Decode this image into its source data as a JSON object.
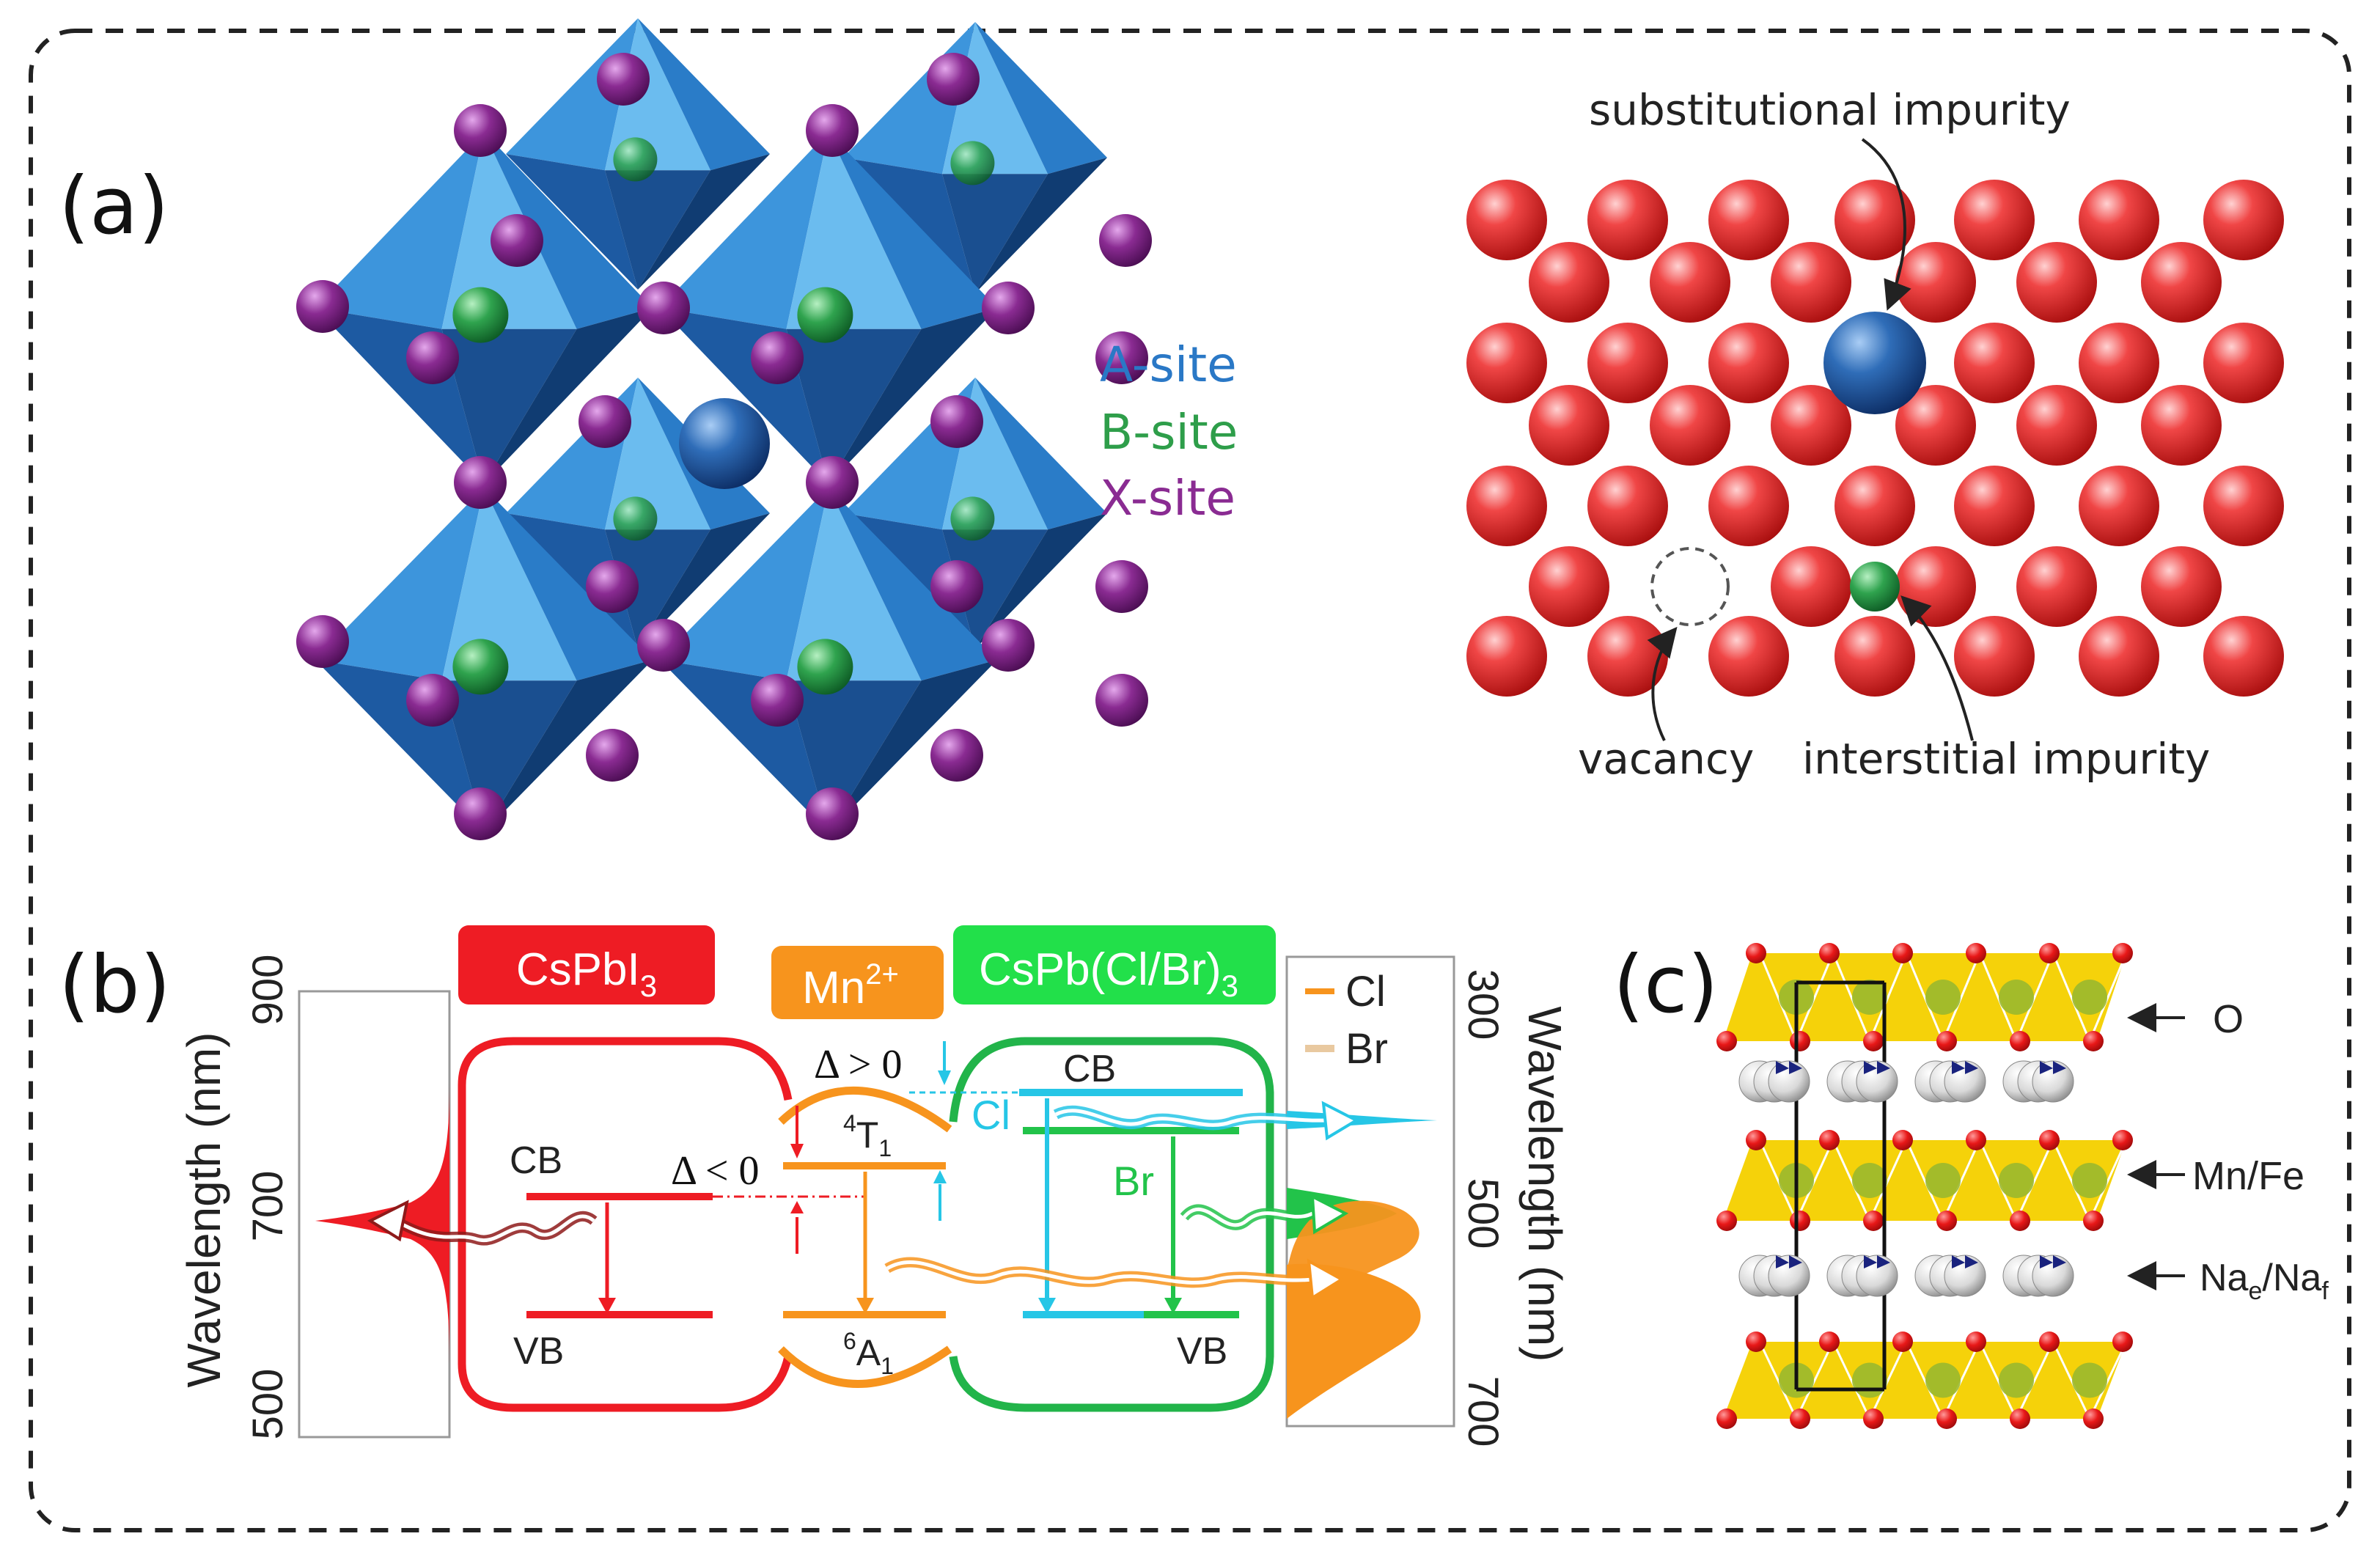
{
  "panel_a": {
    "label": "(a)",
    "legend": {
      "a_site": "A-site",
      "b_site": "B-site",
      "x_site": "X-site"
    },
    "defects": {
      "substitutional": "substitutional impurity",
      "vacancy": "vacancy",
      "interstitial": "interstitial impurity"
    }
  },
  "panel_b": {
    "label": "(b)",
    "left_axis": {
      "title": "Wavelength (nm)",
      "ticks": [
        "900",
        "700",
        "500"
      ]
    },
    "right_axis": {
      "title": "Wavelength (nm)",
      "ticks": [
        "300",
        "500",
        "700"
      ]
    },
    "header_cspbi3": "CsPbI",
    "header_cspbi3_sub": "3",
    "header_mn": "Mn",
    "header_mn_sup": "2+",
    "header_cspbclbr": "CsPb(Cl/Br)",
    "header_cspbclbr_sub": "3",
    "legend_cl": "Cl",
    "legend_br": "Br",
    "cb_left": "CB",
    "vb_left": "VB",
    "cb_right": "CB",
    "vb_right": "VB",
    "delta_neg": "Δ < 0",
    "delta_pos": "Δ > 0",
    "t1_sup": "4",
    "t1_main": "T",
    "t1_sub": "1",
    "a1_sup": "6",
    "a1_main": "A",
    "a1_sub": "1",
    "cl_tag": "Cl",
    "br_tag": "Br"
  },
  "panel_c": {
    "label": "(c)",
    "label_o": "O",
    "label_mnfe": "Mn/Fe",
    "label_na_main1": "Na",
    "label_na_sub1": "e",
    "label_na_sep": "/Na",
    "label_na_sub2": "f"
  },
  "colors": {
    "a_site": "#2a6fb8",
    "b_site": "#2e9e4a",
    "x_site": "#8a2b92",
    "cspbi3": "#ee1c24",
    "mn": "#f7941d",
    "cspbclbr": "#22c34a",
    "cl": "#26c6e6",
    "octahedron": "#f5d20a"
  }
}
